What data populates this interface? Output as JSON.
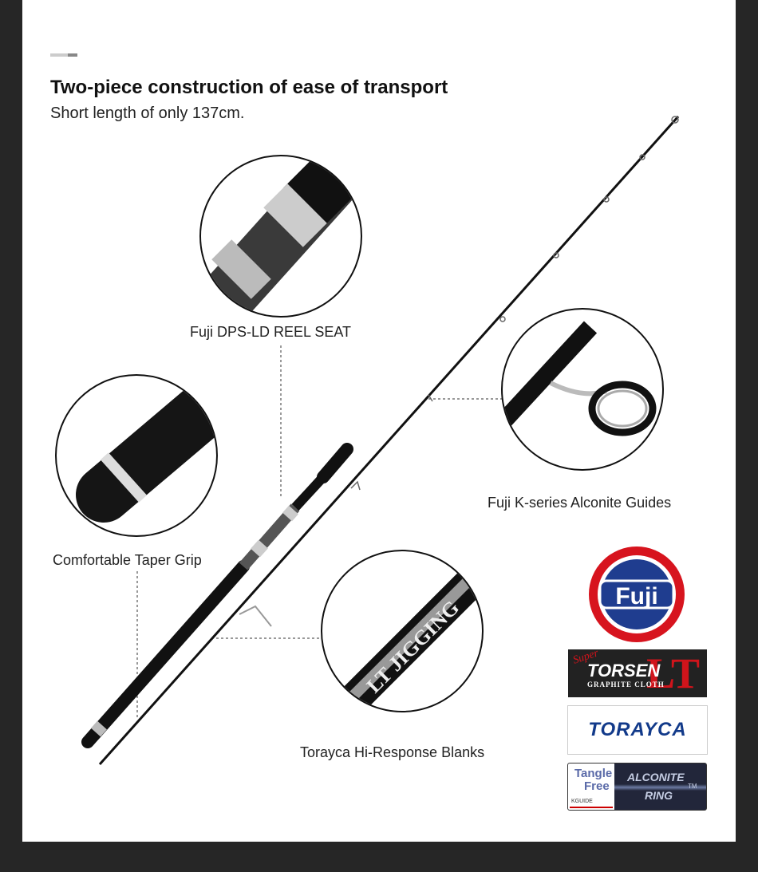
{
  "heading": {
    "title": "Two-piece construction of ease of transport",
    "subtitle": "Short length of only 137cm."
  },
  "callouts": [
    {
      "label": "Fuji DPS-LD REEL SEAT"
    },
    {
      "label": "Comfortable Taper Grip"
    },
    {
      "label": "Fuji K-series Alconite Guides"
    },
    {
      "label": "Torayca Hi-Response Blanks"
    }
  ],
  "blank_print": "LT JIGGING",
  "logos": {
    "fuji": "Fuji",
    "torsen": {
      "super": "Super",
      "name": "TORSEN",
      "sub": "GRAPHITE CLOTH",
      "mark": "LT"
    },
    "torayca": "TORAYCA",
    "alconite": {
      "tangle": "Tangle",
      "free": "Free",
      "kguide": "KGUIDE",
      "line1": "ALCONITE",
      "line2": "RING",
      "tm": "TM"
    }
  },
  "colors": {
    "fuji_red": "#d7141e",
    "fuji_blue": "#1f3d8f",
    "torsen_red": "#d0141b",
    "torayca_blue": "#123a8a"
  }
}
